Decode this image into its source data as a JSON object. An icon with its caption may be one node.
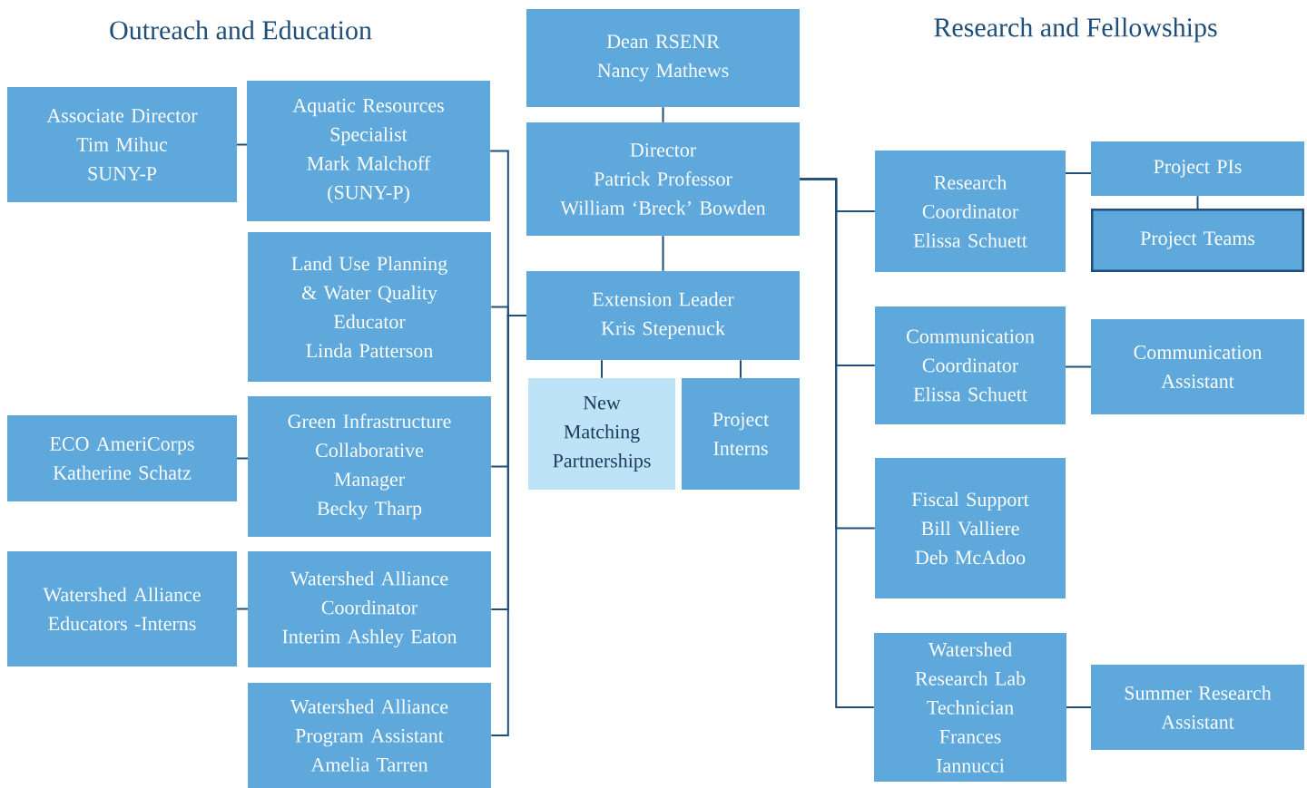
{
  "diagram": {
    "nodes": [
      {
        "text": [
          "Dean RSENR",
          "Nancy Mathews"
        ]
      },
      {
        "text": [
          "Associate Director",
          "Tim Mihuc",
          "SUNY-P"
        ]
      },
      {
        "text": [
          "Aquatic Resources Specialist",
          "Mark Malchoff",
          "(SUNY-P)"
        ]
      },
      {
        "text": [
          "Director",
          "Patrick Professor",
          "William ‘Breck’ Bowden"
        ]
      },
      {
        "text": [
          "Research Coordinator",
          "Elissa Schuett"
        ]
      },
      {
        "text": [
          "Project PIs"
        ]
      },
      {
        "text": [
          "Project Teams"
        ]
      },
      {
        "text": [
          "Land Use Planning & Water Quality Educator",
          "Linda Patterson"
        ]
      },
      {
        "text": [
          "Extension Leader",
          "Kris Stepenuck"
        ]
      },
      {
        "text": [
          "New Matching Partnerships"
        ]
      },
      {
        "text": [
          "Project Interns"
        ]
      },
      {
        "text": [
          "Communication Coordinator",
          "Elissa Schuett"
        ]
      },
      {
        "text": [
          "Communication Assistant"
        ]
      },
      {
        "text": [
          "ECO AmeriCorps",
          "Katherine Schatz"
        ]
      },
      {
        "text": [
          "Green Infrastructure Collaborative Manager",
          "Becky Tharp"
        ]
      },
      {
        "text": [
          "Fiscal Support",
          "Bill Valliere",
          "Deb McAdoo"
        ]
      },
      {
        "text": [
          "Watershed Alliance Educators -Interns"
        ]
      },
      {
        "text": [
          "Watershed Alliance Coordinator",
          "Interim Ashley Eaton"
        ]
      },
      {
        "text": [
          "Watershed Research Lab Technician",
          "Frances Iannucci"
        ]
      },
      {
        "text": [
          "Summer Research Assistant"
        ]
      },
      {
        "text": [
          "Watershed Alliance Program Assistant",
          "Amelia Tarren"
        ]
      }
    ],
    "edges": [
      {
        "from": 0,
        "to": 3,
        "arrow": "none"
      },
      {
        "from": 3,
        "to": 8,
        "arrow": "none"
      },
      {
        "from": 8,
        "to": 9,
        "arrow": "none"
      },
      {
        "from": 8,
        "to": 10,
        "arrow": "none"
      },
      {
        "from": 8,
        "to": 2,
        "arrow": "none"
      },
      {
        "from": 8,
        "to": 7,
        "arrow": "none"
      },
      {
        "from": 8,
        "to": 14,
        "arrow": "none"
      },
      {
        "from": 8,
        "to": 17,
        "arrow": "none"
      },
      {
        "from": 8,
        "to": 20,
        "arrow": "none"
      },
      {
        "from": 1,
        "to": 2,
        "arrow": "none"
      },
      {
        "from": 13,
        "to": 14,
        "arrow": "none"
      },
      {
        "from": 16,
        "to": 17,
        "arrow": "none"
      },
      {
        "from": 3,
        "to": 4,
        "arrow": "none"
      },
      {
        "from": 3,
        "to": 11,
        "arrow": "none"
      },
      {
        "from": 3,
        "to": 15,
        "arrow": "none"
      },
      {
        "from": 3,
        "to": 18,
        "arrow": "none"
      },
      {
        "from": 4,
        "to": 5,
        "arrow": "none"
      },
      {
        "from": 5,
        "to": 6,
        "arrow": "none"
      },
      {
        "from": 11,
        "to": 12,
        "arrow": "none"
      },
      {
        "from": 18,
        "to": 19,
        "arrow": "none"
      }
    ],
    "labels": [
      "Outreach and Education",
      "Research and Fellowships"
    ]
  }
}
